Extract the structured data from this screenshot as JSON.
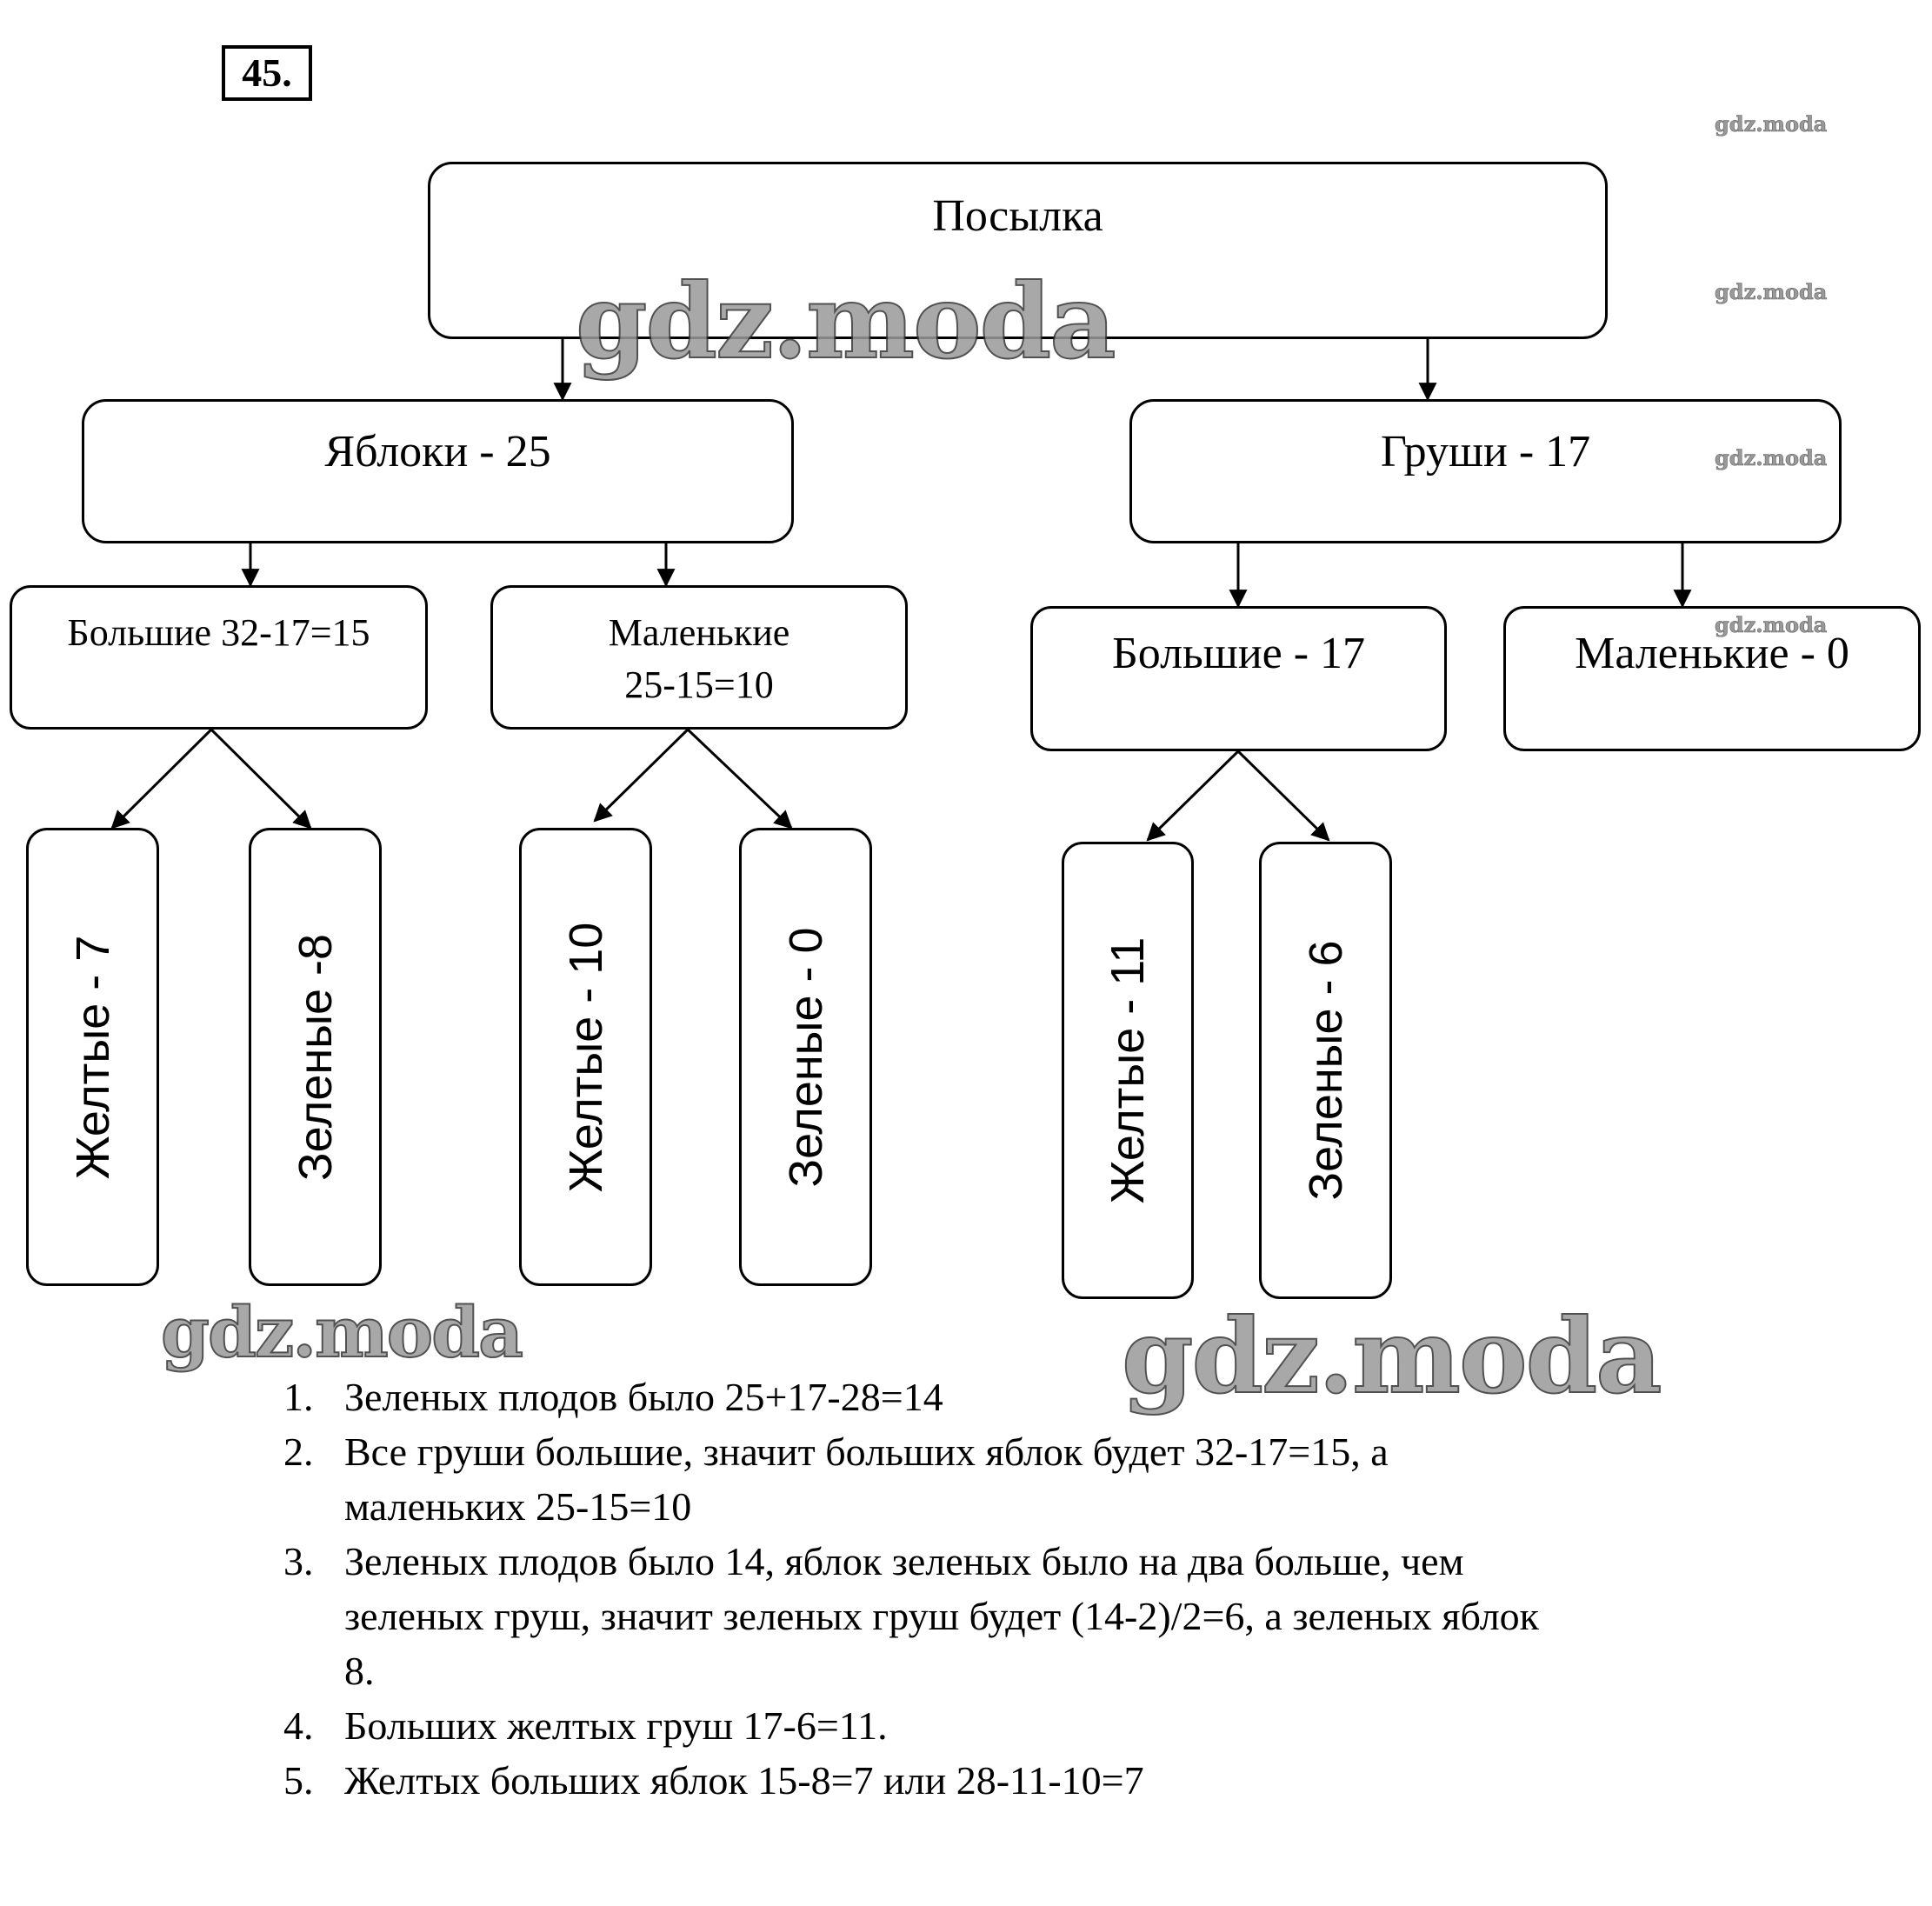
{
  "task_number": "45.",
  "tree": {
    "root": "Посылка",
    "apples": {
      "label": "Яблоки - 25",
      "big": {
        "label": "Большие  32-17=15",
        "yellow": "Желтые - 7",
        "green": "Зеленые -8"
      },
      "small": {
        "label_line1": "Маленькие",
        "label_line2": "25-15=10",
        "yellow": "Желтые - 10",
        "green": "Зеленые - 0"
      }
    },
    "pears": {
      "label": "Груши - 17",
      "big": {
        "label": "Большие - 17",
        "yellow": "Желтые - 11",
        "green": "Зеленые - 6"
      },
      "small": {
        "label": "Маленькие - 0"
      }
    }
  },
  "solution": [
    {
      "num": "1.",
      "lines": [
        "Зеленых плодов было 25+17-28=14"
      ]
    },
    {
      "num": "2.",
      "lines": [
        "Все груши большие, значит больших яблок будет 32-17=15, а",
        "маленьких 25-15=10"
      ]
    },
    {
      "num": "3.",
      "lines": [
        "Зеленых плодов было 14, яблок зеленых было на два больше, чем",
        "зеленых груш, значит зеленых груш будет (14-2)/2=6, а зеленых яблок",
        "8."
      ]
    },
    {
      "num": "4.",
      "lines": [
        "Больших желтых груш 17-6=11."
      ]
    },
    {
      "num": "5.",
      "lines": [
        "Желтых больших яблок 15-8=7 или 28-11-10=7"
      ]
    }
  ],
  "watermark": "gdz.moda"
}
